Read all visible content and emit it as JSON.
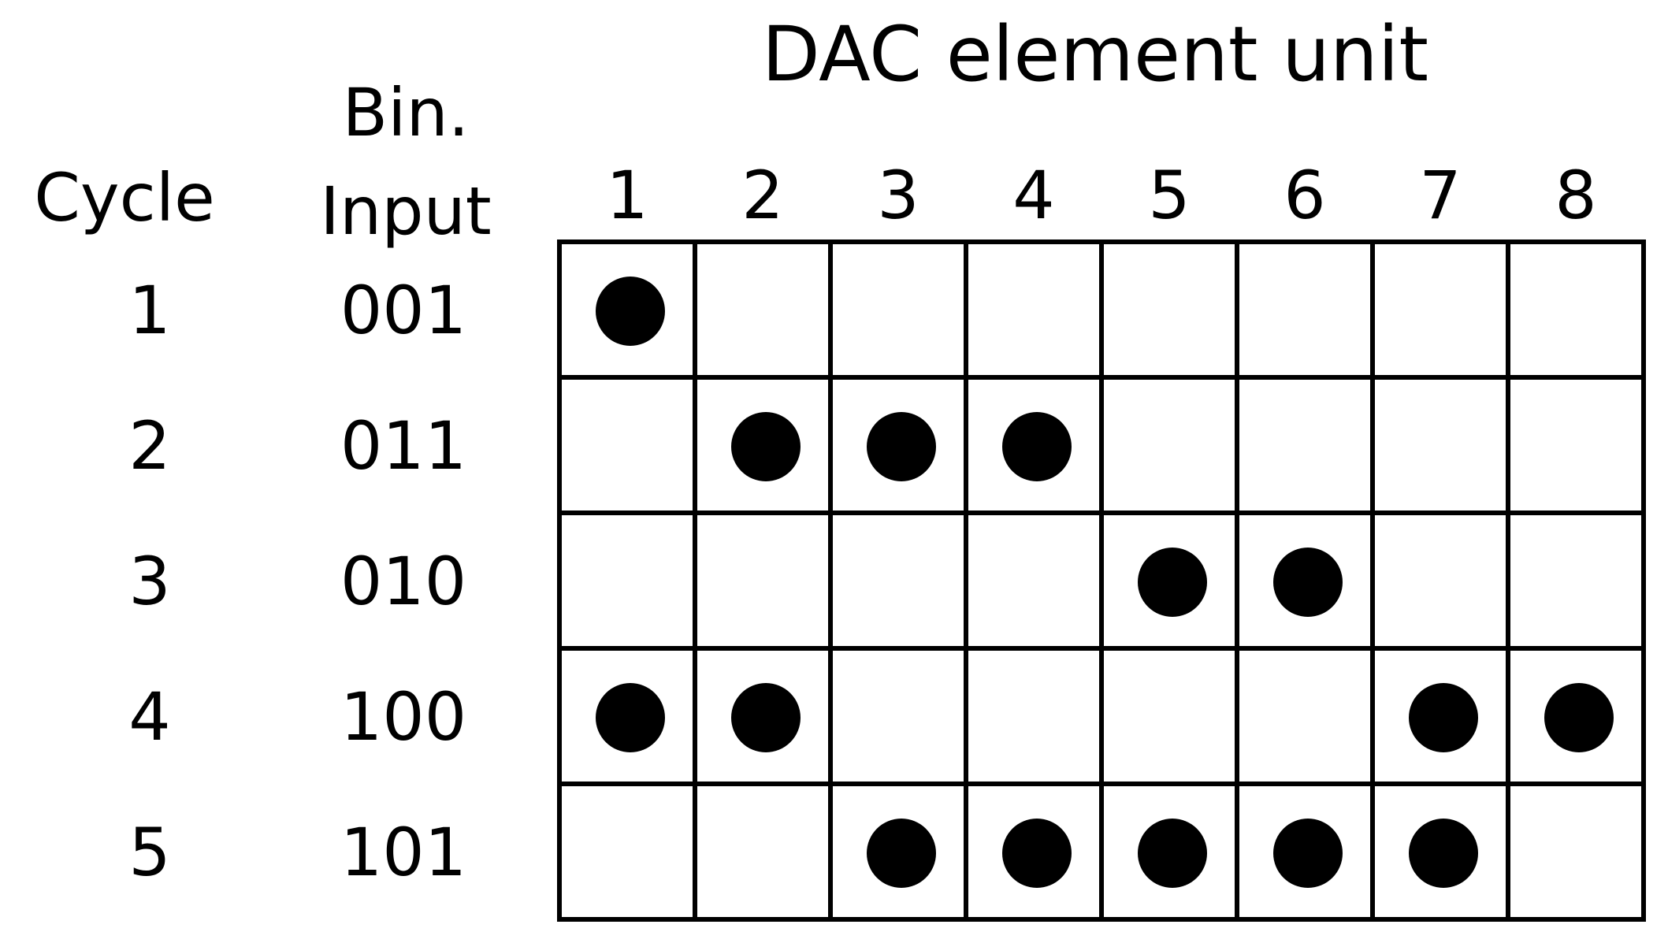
{
  "title": "DAC element unit",
  "headers": {
    "cycle": "Cycle",
    "bin_line1": "Bin.",
    "bin_line2": "Input"
  },
  "columns": [
    "1",
    "2",
    "3",
    "4",
    "5",
    "6",
    "7",
    "8"
  ],
  "rows": [
    {
      "cycle": "1",
      "input": "001",
      "active": [
        1
      ]
    },
    {
      "cycle": "2",
      "input": "011",
      "active": [
        2,
        3,
        4
      ]
    },
    {
      "cycle": "3",
      "input": "010",
      "active": [
        5,
        6
      ]
    },
    {
      "cycle": "4",
      "input": "100",
      "active": [
        1,
        2,
        7,
        8
      ]
    },
    {
      "cycle": "5",
      "input": "101",
      "active": [
        3,
        4,
        5,
        6,
        7
      ]
    }
  ],
  "colors": {
    "ink": "#000000",
    "background": "#ffffff"
  }
}
